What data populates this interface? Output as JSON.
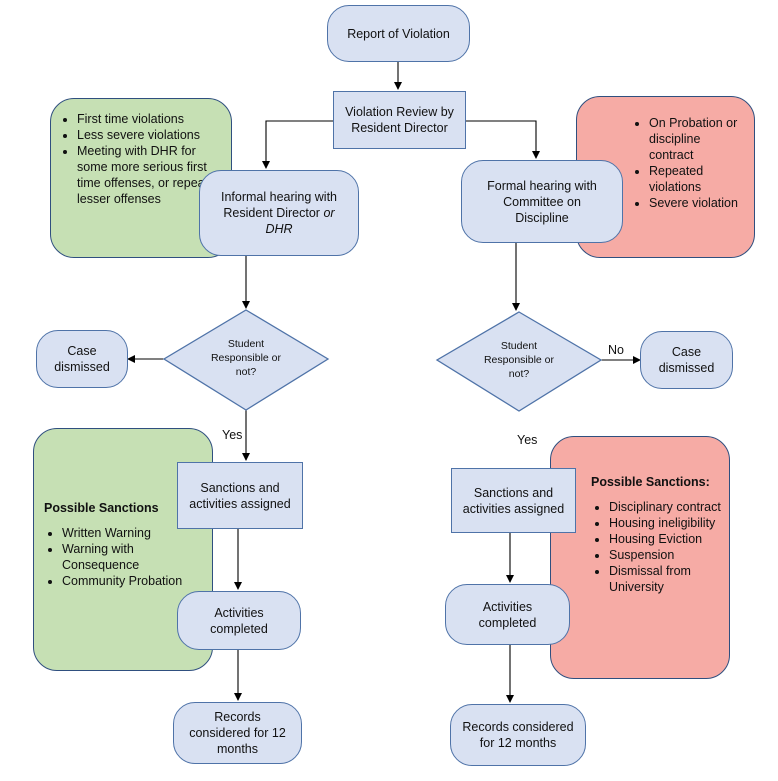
{
  "nodes": {
    "report": "Report of Violation",
    "review_line1": "Violation Review by",
    "review_line2": "Resident Director",
    "informal_line1": "Informal hearing with",
    "informal_line2": "Resident Director",
    "informal_or": "or",
    "informal_dhr": "DHR",
    "formal": "Formal hearing with Committee on Discipline",
    "decision_left": "Student Responsible or not?",
    "decision_right": "Student Responsible or not?",
    "case_left": "Case dismissed",
    "case_right": "Case dismissed",
    "sanctions_left": "Sanctions and activities assigned",
    "sanctions_right": "Sanctions and activities assigned",
    "activities_left": "Activities completed",
    "activities_right": "Activities completed",
    "records_left": "Records considered for 12 months",
    "records_right": "Records considered for 12 months"
  },
  "edge_labels": {
    "yes_left": "Yes",
    "yes_right": "Yes",
    "no_right": "No"
  },
  "criteria_informal": [
    "First time violations",
    "Less severe violations",
    "Meeting with DHR for some more serious first time offenses, or repeat lesser offenses"
  ],
  "criteria_formal": [
    "On Probation or discipline contract",
    "Repeated violations",
    "Severe violation"
  ],
  "sanctions_informal": {
    "title": "Possible Sanctions",
    "items": [
      "Written Warning",
      "Warning with Consequence",
      "Community Probation"
    ]
  },
  "sanctions_formal": {
    "title": "Possible Sanctions:",
    "items": [
      "Disciplinary contract",
      "Housing ineligibility",
      "Housing Eviction",
      "Suspension",
      "Dismissal from University"
    ]
  },
  "colors": {
    "node_fill": "#d9e1f2",
    "node_border": "#4f73a8",
    "green_panel": "#c6e0b4",
    "red_panel": "#f6aba5",
    "arrow": "#000000"
  }
}
